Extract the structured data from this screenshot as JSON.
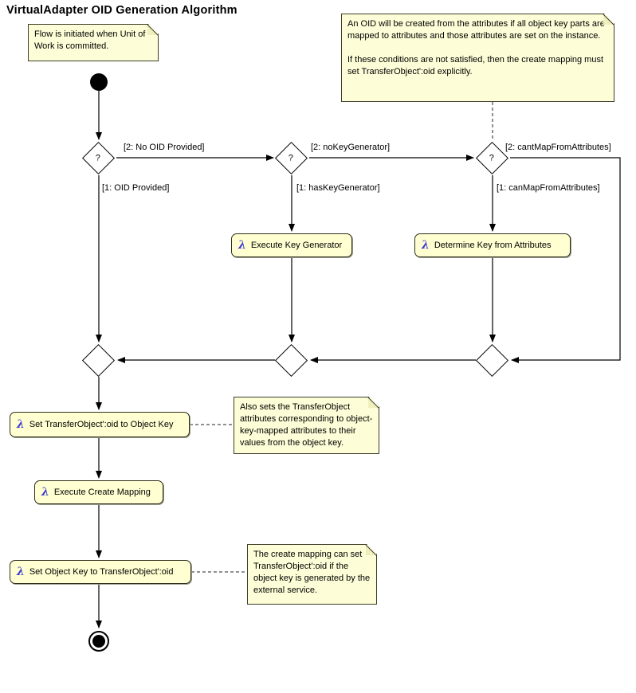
{
  "title": "VirtualAdapter OID Generation Algorithm",
  "symbols": {
    "lambda": "λ",
    "decision": "?"
  },
  "notes": {
    "start": "Flow is initiated when Unit of Work is committed.",
    "attributes_para1": "An OID will be created from the attributes if all object key parts are mapped to attributes and those attributes are set on the instance.",
    "attributes_para2": "If these conditions are not satisfied, then the create mapping must set TransferObject':oid explicitly.",
    "also_sets": "Also sets the TransferObject attributes corresponding to object-key-mapped attributes to their values from the object key.",
    "create_mapping": "The create mapping can set TransferObject':oid if the object key is generated by the external service."
  },
  "guards": {
    "no_oid_provided": "[2: No OID Provided]",
    "oid_provided": "[1: OID Provided]",
    "no_key_generator": "[2: noKeyGenerator]",
    "has_key_generator": "[1: hasKeyGenerator]",
    "cant_map_from_attributes": "[2: cantMapFromAttributes]",
    "can_map_from_attributes": "[1: canMapFromAttributes]"
  },
  "actions": {
    "execute_key_generator": "Execute Key Generator",
    "determine_key_from_attributes": "Determine Key from Attributes",
    "set_oid_to_object_key": "Set TransferObject':oid to Object Key",
    "execute_create_mapping": "Execute Create Mapping",
    "set_object_key_to_oid": "Set Object Key to TransferObject':oid"
  },
  "colors": {
    "note_fill": "#fdfdd7",
    "action_fill": "#ffffd2",
    "lambda_blue": "#3b3bd0",
    "line": "#000000"
  }
}
